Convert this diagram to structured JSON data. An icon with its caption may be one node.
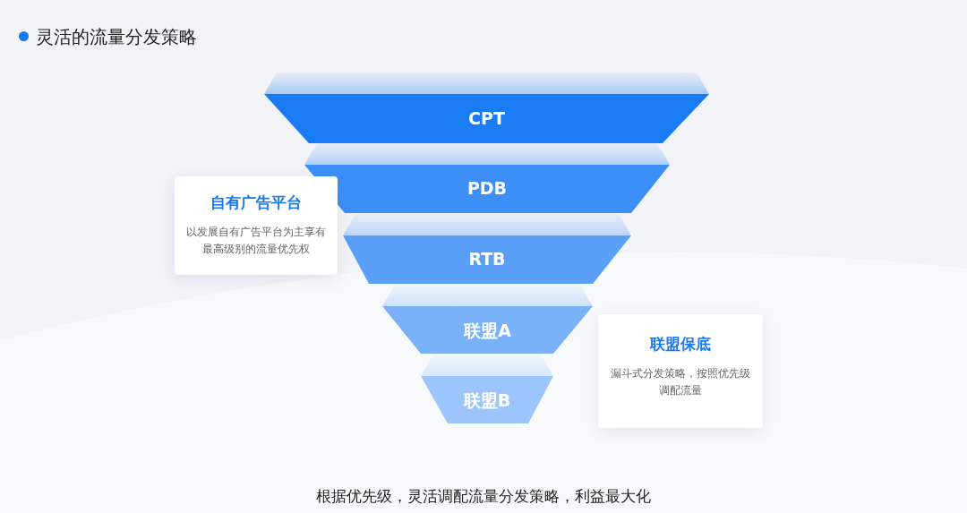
{
  "diagram": {
    "title": "灵活的流量分发策略",
    "caption": "根据优先级，灵活调配流量分发策略，利益最大化",
    "nodes": [
      {
        "text": [
          "CPT"
        ]
      },
      {
        "text": [
          "PDB"
        ]
      },
      {
        "text": [
          "RTB"
        ]
      },
      {
        "text": [
          "联盟A"
        ]
      },
      {
        "text": [
          "联盟B"
        ]
      },
      {
        "text": [
          "自有广告平台",
          "以发展自有广告平台为主享有最高级别的流量优先权"
        ]
      },
      {
        "text": [
          "联盟保底",
          "漏斗式分发策略，按照优先级调配流量"
        ]
      }
    ]
  }
}
